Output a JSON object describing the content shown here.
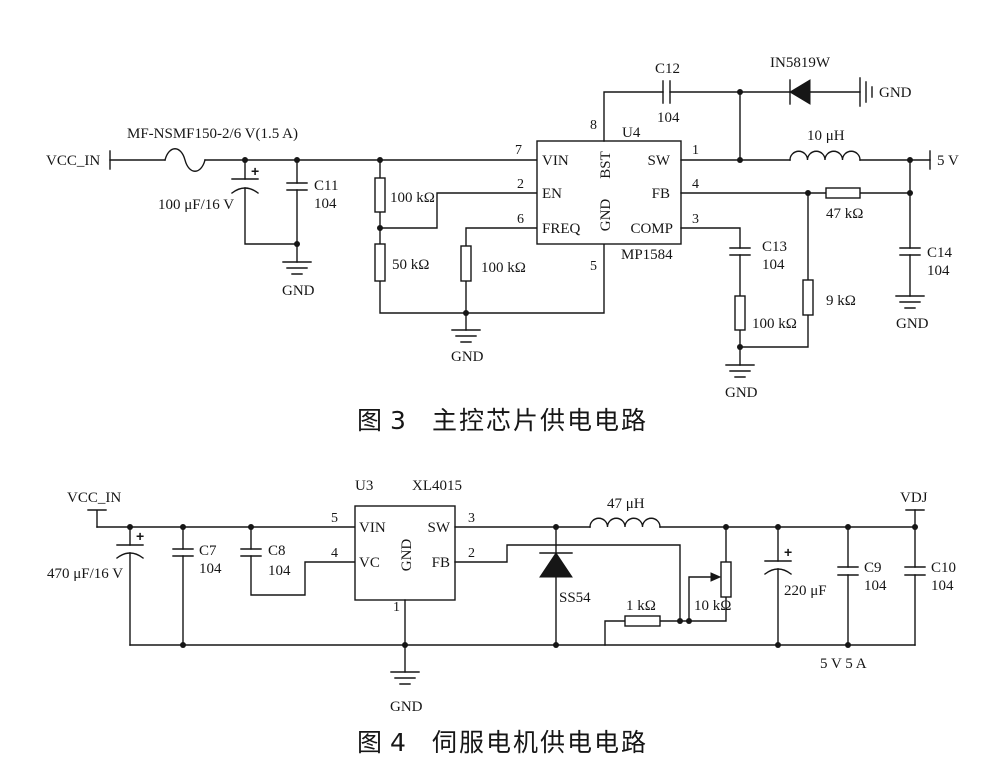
{
  "figure3": {
    "caption": {
      "number": "图 3",
      "title": "主控芯片供电电路"
    },
    "input_terminal": "VCC_IN",
    "fuse": {
      "part": "MF-NSMF150-2/6 V(1.5 A)"
    },
    "input_capacitor": {
      "value": "100 μF/16 V",
      "polarity": "+"
    },
    "c11": {
      "ref": "C11",
      "value": "104"
    },
    "r_en_upper": {
      "value": "100 kΩ"
    },
    "r_en_lower": {
      "value": "50 kΩ"
    },
    "r_freq": {
      "value": "100 kΩ"
    },
    "regulator": {
      "ref": "U4",
      "part": "MP1584",
      "pins": {
        "vin": {
          "name": "VIN",
          "number": "7"
        },
        "en": {
          "name": "EN",
          "number": "2"
        },
        "freq": {
          "name": "FREQ",
          "number": "6"
        },
        "bst": {
          "name": "BST",
          "number": "8"
        },
        "gnd": {
          "name": "GND",
          "number": "5"
        },
        "sw": {
          "name": "SW",
          "number": "1"
        },
        "fb": {
          "name": "FB",
          "number": "4"
        },
        "comp": {
          "name": "COMP",
          "number": "3"
        }
      }
    },
    "c12": {
      "ref": "C12",
      "value": "104"
    },
    "diode": {
      "part": "IN5819W"
    },
    "inductor": {
      "value": "10 μH"
    },
    "output_terminal": "5 V",
    "r_fb_upper": {
      "value": "47 kΩ"
    },
    "r_fb_lower": {
      "value": "9 kΩ"
    },
    "c13": {
      "ref": "C13",
      "value": "104"
    },
    "r_comp": {
      "value": "100 kΩ"
    },
    "c14": {
      "ref": "C14",
      "value": "104"
    },
    "ground": "GND"
  },
  "figure4": {
    "caption": {
      "number": "图 4",
      "title": "伺服电机供电电路"
    },
    "input_terminal": "VCC_IN",
    "input_capacitor": {
      "value": "470 μF/16 V",
      "polarity": "+"
    },
    "c7": {
      "ref": "C7",
      "value": "104"
    },
    "c8": {
      "ref": "C8",
      "value": "104"
    },
    "regulator": {
      "ref": "U3",
      "part": "XL4015",
      "pins": {
        "vin": {
          "name": "VIN",
          "number": "5"
        },
        "vc": {
          "name": "VC",
          "number": "4"
        },
        "gnd": {
          "name": "GND",
          "number": "1"
        },
        "sw": {
          "name": "SW",
          "number": "3"
        },
        "fb": {
          "name": "FB",
          "number": "2"
        }
      }
    },
    "inductor": {
      "value": "47 μH"
    },
    "diode": {
      "part": "SS54"
    },
    "r_fb": {
      "value": "1 kΩ"
    },
    "potentiometer": {
      "value": "10 kΩ"
    },
    "output_capacitor": {
      "value": "220 μF",
      "polarity": "+"
    },
    "c9": {
      "ref": "C9",
      "value": "104"
    },
    "c10": {
      "ref": "C10",
      "value": "104"
    },
    "output_terminal": "VDJ",
    "output_rating": "5 V 5 A",
    "ground": "GND"
  }
}
